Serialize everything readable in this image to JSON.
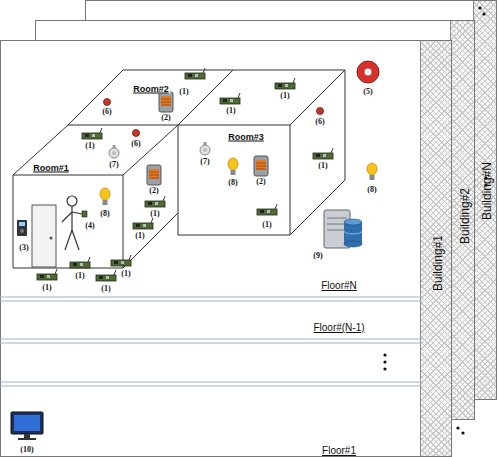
{
  "diagram": {
    "nodes": [
      {
        "text": [
          "Building#N"
        ]
      },
      {
        "text": [
          "Building#2"
        ]
      },
      {
        "text": [
          "Building#1"
        ]
      },
      {
        "text": [
          "Floor#N"
        ],
        "in": 2
      },
      {
        "text": [
          "Room#1"
        ],
        "in": 3
      },
      {
        "text": [
          "Room#2"
        ],
        "in": 3
      },
      {
        "text": [
          "Room#3"
        ],
        "in": 3
      },
      {
        "text": [
          "Floor#(N-1)"
        ],
        "in": 2
      },
      {
        "text": [
          "Floor#1"
        ],
        "in": 2
      }
    ],
    "labels": [
      "(1)",
      "(1)",
      "(1)",
      "(6)",
      "(2)",
      "(1)",
      "(6)",
      "(7)",
      "(6)",
      "(1)",
      "(7)",
      "(8)",
      "(2)",
      "(1)",
      "(5)",
      "(8)",
      "(8)",
      "(2)",
      "(1)",
      "(3)",
      "(4)",
      "(1)",
      "(1)",
      "(1)",
      "(1)",
      "(1)",
      "(9)",
      "(10)"
    ]
  }
}
